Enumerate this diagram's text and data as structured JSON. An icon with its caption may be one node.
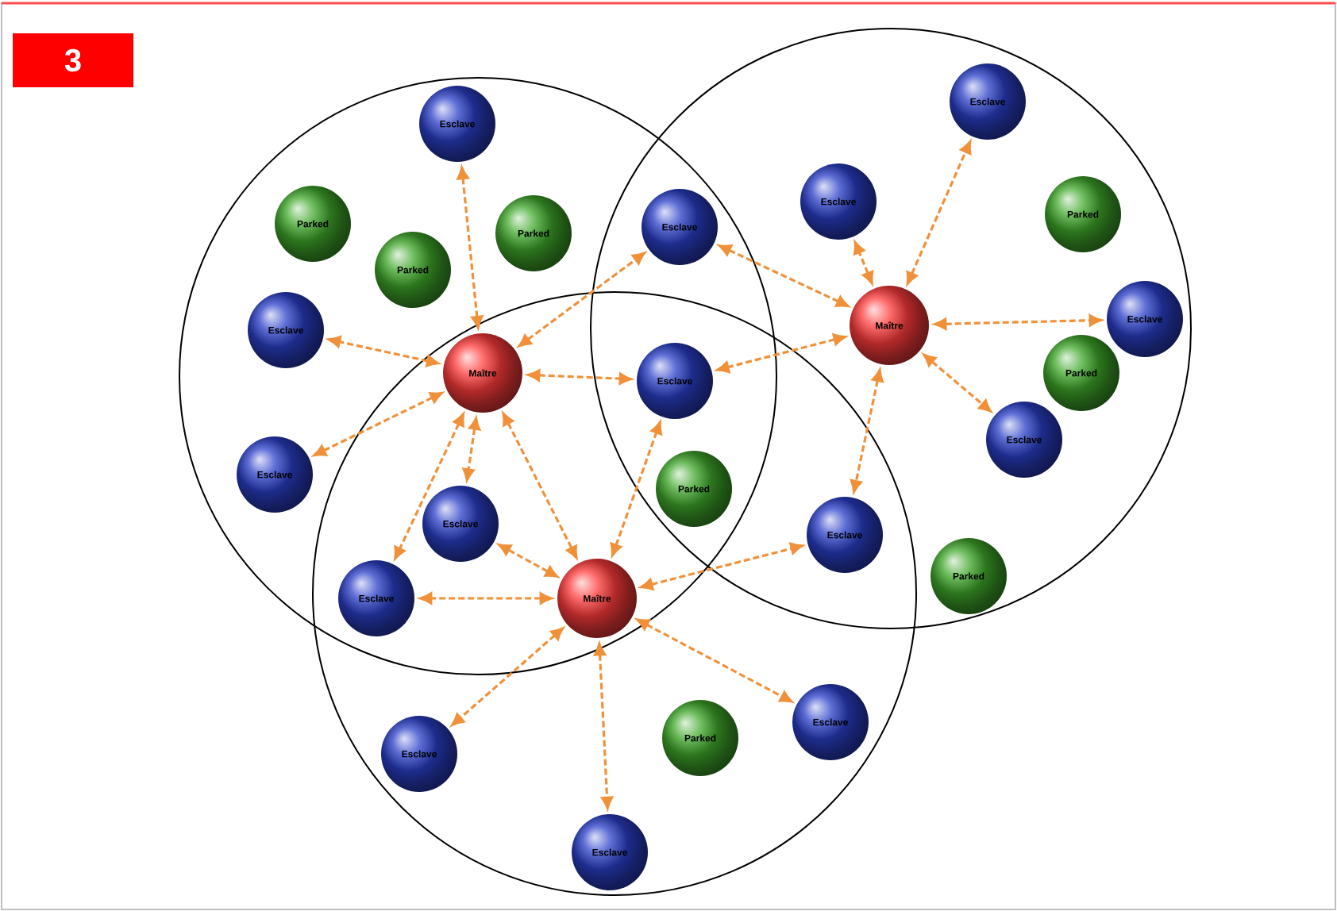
{
  "diagram": {
    "nodes": [
      {
        "text": [
          "Esclave"
        ]
      },
      {
        "text": [
          "Esclave"
        ]
      },
      {
        "text": [
          "Esclave"
        ]
      },
      {
        "text": [
          "Parked"
        ]
      },
      {
        "text": [
          "Parked"
        ]
      },
      {
        "text": [
          "Esclave"
        ]
      },
      {
        "text": [
          "Parked"
        ]
      },
      {
        "text": [
          "Parked"
        ]
      },
      {
        "text": [
          "Esclave"
        ]
      },
      {
        "text": [
          "Maître"
        ]
      },
      {
        "text": [
          "Esclave"
        ]
      },
      {
        "text": [
          "Maître"
        ]
      },
      {
        "text": [
          "Parked"
        ]
      },
      {
        "text": [
          "Esclave"
        ]
      },
      {
        "text": [
          "Esclave"
        ]
      },
      {
        "text": [
          "Esclave"
        ]
      },
      {
        "text": [
          "Parked"
        ]
      },
      {
        "text": [
          "Esclave"
        ]
      },
      {
        "text": [
          "Esclave"
        ]
      },
      {
        "text": [
          "Parked"
        ]
      },
      {
        "text": [
          "Maître"
        ]
      },
      {
        "text": [
          "Esclave"
        ]
      },
      {
        "text": [
          "Parked"
        ]
      },
      {
        "text": [
          "Esclave"
        ]
      },
      {
        "text": [
          "Esclave"
        ]
      },
      {
        "text": [
          "Esclave"
        ]
      }
    ],
    "edges": [
      {
        "from": 11,
        "to": 1,
        "arrow": "both"
      },
      {
        "from": 11,
        "to": 10,
        "arrow": "both"
      },
      {
        "from": 11,
        "to": 15,
        "arrow": "both"
      },
      {
        "from": 11,
        "to": 5,
        "arrow": "both"
      },
      {
        "from": 11,
        "to": 13,
        "arrow": "both"
      },
      {
        "from": 11,
        "to": 17,
        "arrow": "both"
      },
      {
        "from": 11,
        "to": 21,
        "arrow": "both"
      },
      {
        "from": 11,
        "to": 20,
        "arrow": "both"
      },
      {
        "from": 9,
        "to": 5,
        "arrow": "both"
      },
      {
        "from": 9,
        "to": 2,
        "arrow": "both"
      },
      {
        "from": 9,
        "to": 0,
        "arrow": "both"
      },
      {
        "from": 9,
        "to": 8,
        "arrow": "both"
      },
      {
        "from": 9,
        "to": 14,
        "arrow": "both"
      },
      {
        "from": 9,
        "to": 13,
        "arrow": "both"
      },
      {
        "from": 9,
        "to": 18,
        "arrow": "both"
      },
      {
        "from": 20,
        "to": 17,
        "arrow": "both"
      },
      {
        "from": 20,
        "to": 21,
        "arrow": "both"
      },
      {
        "from": 20,
        "to": 13,
        "arrow": "both"
      },
      {
        "from": 20,
        "to": 18,
        "arrow": "both"
      },
      {
        "from": 20,
        "to": 24,
        "arrow": "both"
      },
      {
        "from": 20,
        "to": 23,
        "arrow": "both"
      },
      {
        "from": 20,
        "to": 25,
        "arrow": "both"
      }
    ],
    "labels": [
      "3"
    ]
  }
}
